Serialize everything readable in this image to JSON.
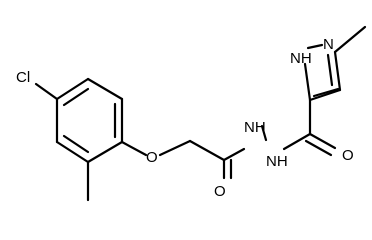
{
  "molecule": {
    "atom_labels": {
      "cl": "Cl",
      "o_ether": "O",
      "o_amide_left": "O",
      "o_amide_right": "O",
      "nh_left": "NH",
      "nh_right": "NH",
      "n_pyrazole": "N",
      "nh_pyrazole": "NH",
      "h_pyrazole": "H"
    },
    "colors": {
      "bond": "#000000",
      "label": "#000000",
      "background": "#ffffff"
    }
  }
}
